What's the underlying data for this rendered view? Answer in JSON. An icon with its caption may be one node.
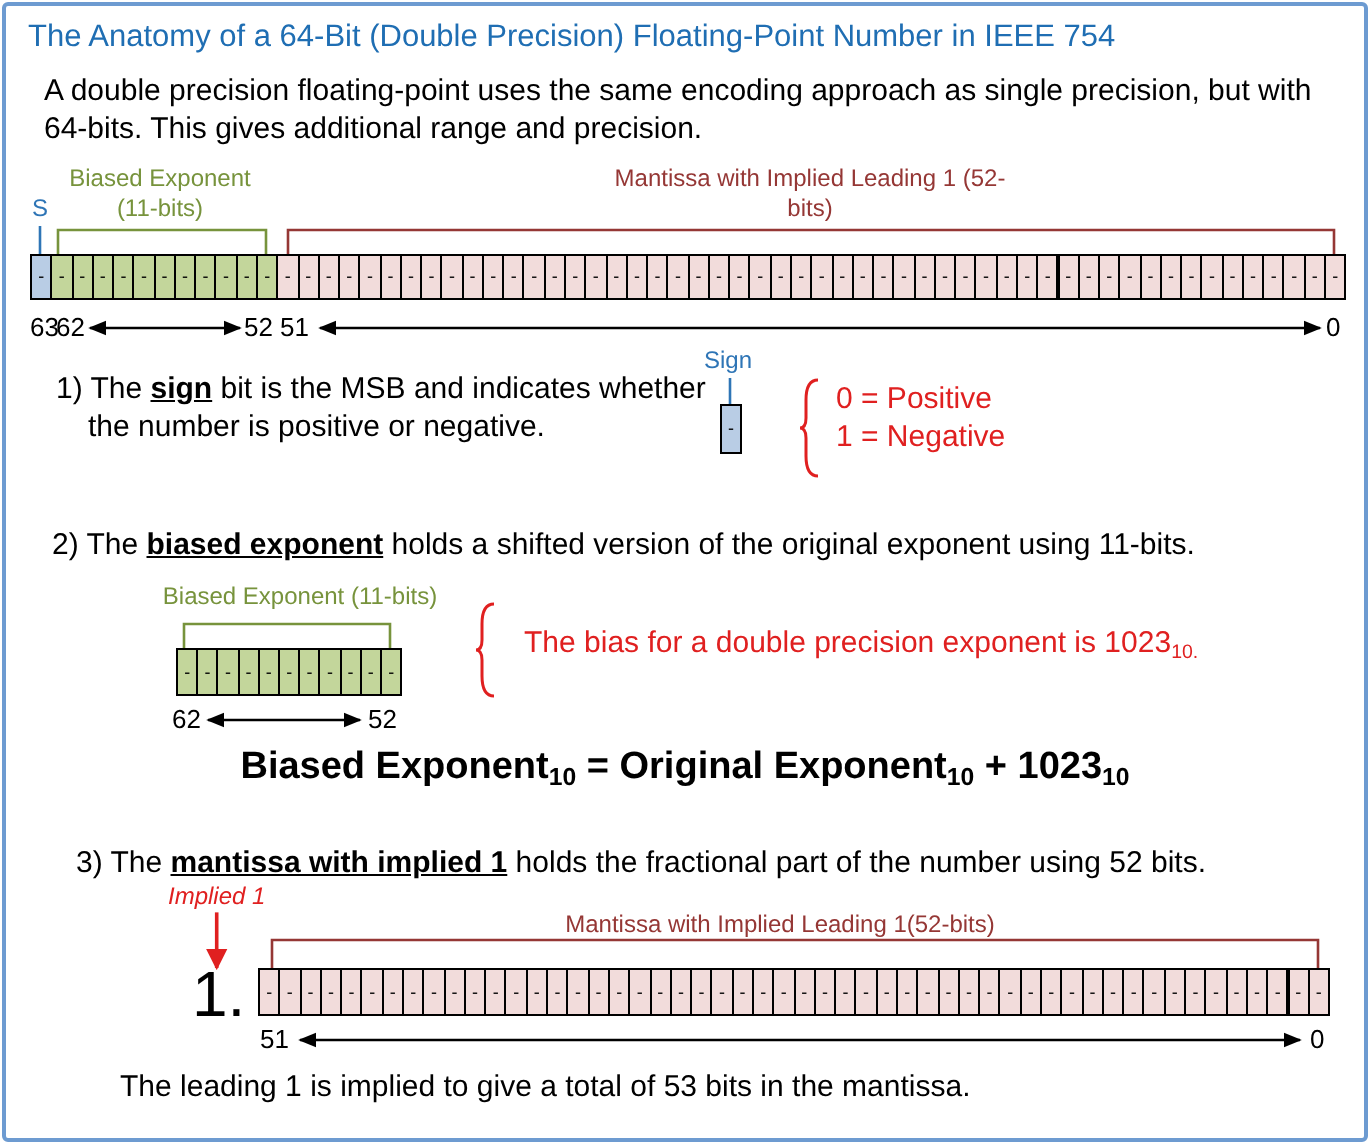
{
  "diagram": {
    "title": "The Anatomy of a 64-Bit (Double Precision) Floating-Point Number in IEEE 754",
    "nodes": [
      {
        "text": [
          "Implied 1"
        ]
      },
      {
        "text": [
          "1."
        ]
      }
    ],
    "edges": [
      {
        "from": 0,
        "to": 1,
        "arrow": "to",
        "color": "#e02020"
      }
    ],
    "labels": [
      "A double precision floating-point uses the same encoding approach as single precision, but with 64-bits.  This gives additional range and precision.",
      "S",
      "Biased Exponent (11-bits)",
      "Mantissa with Implied Leading 1 (52-bits)",
      "-",
      "-",
      "-",
      "-",
      "-",
      "-",
      "-",
      "-",
      "-",
      "-",
      "-",
      "-",
      "-",
      "-",
      "-",
      "-",
      "-",
      "-",
      "-",
      "-",
      "-",
      "-",
      "-",
      "-",
      "-",
      "-",
      "-",
      "-",
      "-",
      "-",
      "-",
      "-",
      "-",
      "-",
      "-",
      "-",
      "-",
      "-",
      "-",
      "-",
      "-",
      "-",
      "-",
      "-",
      "-",
      "-",
      "-",
      "-",
      "-",
      "-",
      "-",
      "-",
      "-",
      "-",
      "-",
      "-",
      "-",
      "-",
      "-",
      "-",
      "-",
      "-",
      "-",
      "-",
      "63",
      "62",
      "52",
      "51",
      "0",
      "1) The **sign** bit is the MSB and indicates whether the number is positive or negative.",
      "Sign",
      "-",
      "0 = Positive",
      "1 = Negative",
      "2) The **biased exponent** holds a shifted version of the original exponent using 11-bits.",
      "Biased Exponent (11-bits)",
      "-",
      "-",
      "-",
      "-",
      "-",
      "-",
      "-",
      "-",
      "-",
      "-",
      "-",
      "The bias for a double precision exponent is 1023$_{10.}$",
      "62",
      "52",
      "Biased Exponent$_{10}$ = Original Exponent$_{10}$ + 1023$_{10}$",
      "3) The **mantissa with implied 1** holds the fractional part of the number using 52 bits.",
      "Mantissa with Implied Leading 1(52-bits)",
      "-",
      "-",
      "-",
      "-",
      "-",
      "-",
      "-",
      "-",
      "-",
      "-",
      "-",
      "-",
      "-",
      "-",
      "-",
      "-",
      "-",
      "-",
      "-",
      "-",
      "-",
      "-",
      "-",
      "-",
      "-",
      "-",
      "-",
      "-",
      "-",
      "-",
      "-",
      "-",
      "-",
      "-",
      "-",
      "-",
      "-",
      "-",
      "-",
      "-",
      "-",
      "-",
      "-",
      "-",
      "-",
      "-",
      "-",
      "-",
      "-",
      "-",
      "-",
      "-",
      "51",
      "0",
      "The leading 1 is implied to give a total of 53 bits in the mantissa."
    ]
  }
}
